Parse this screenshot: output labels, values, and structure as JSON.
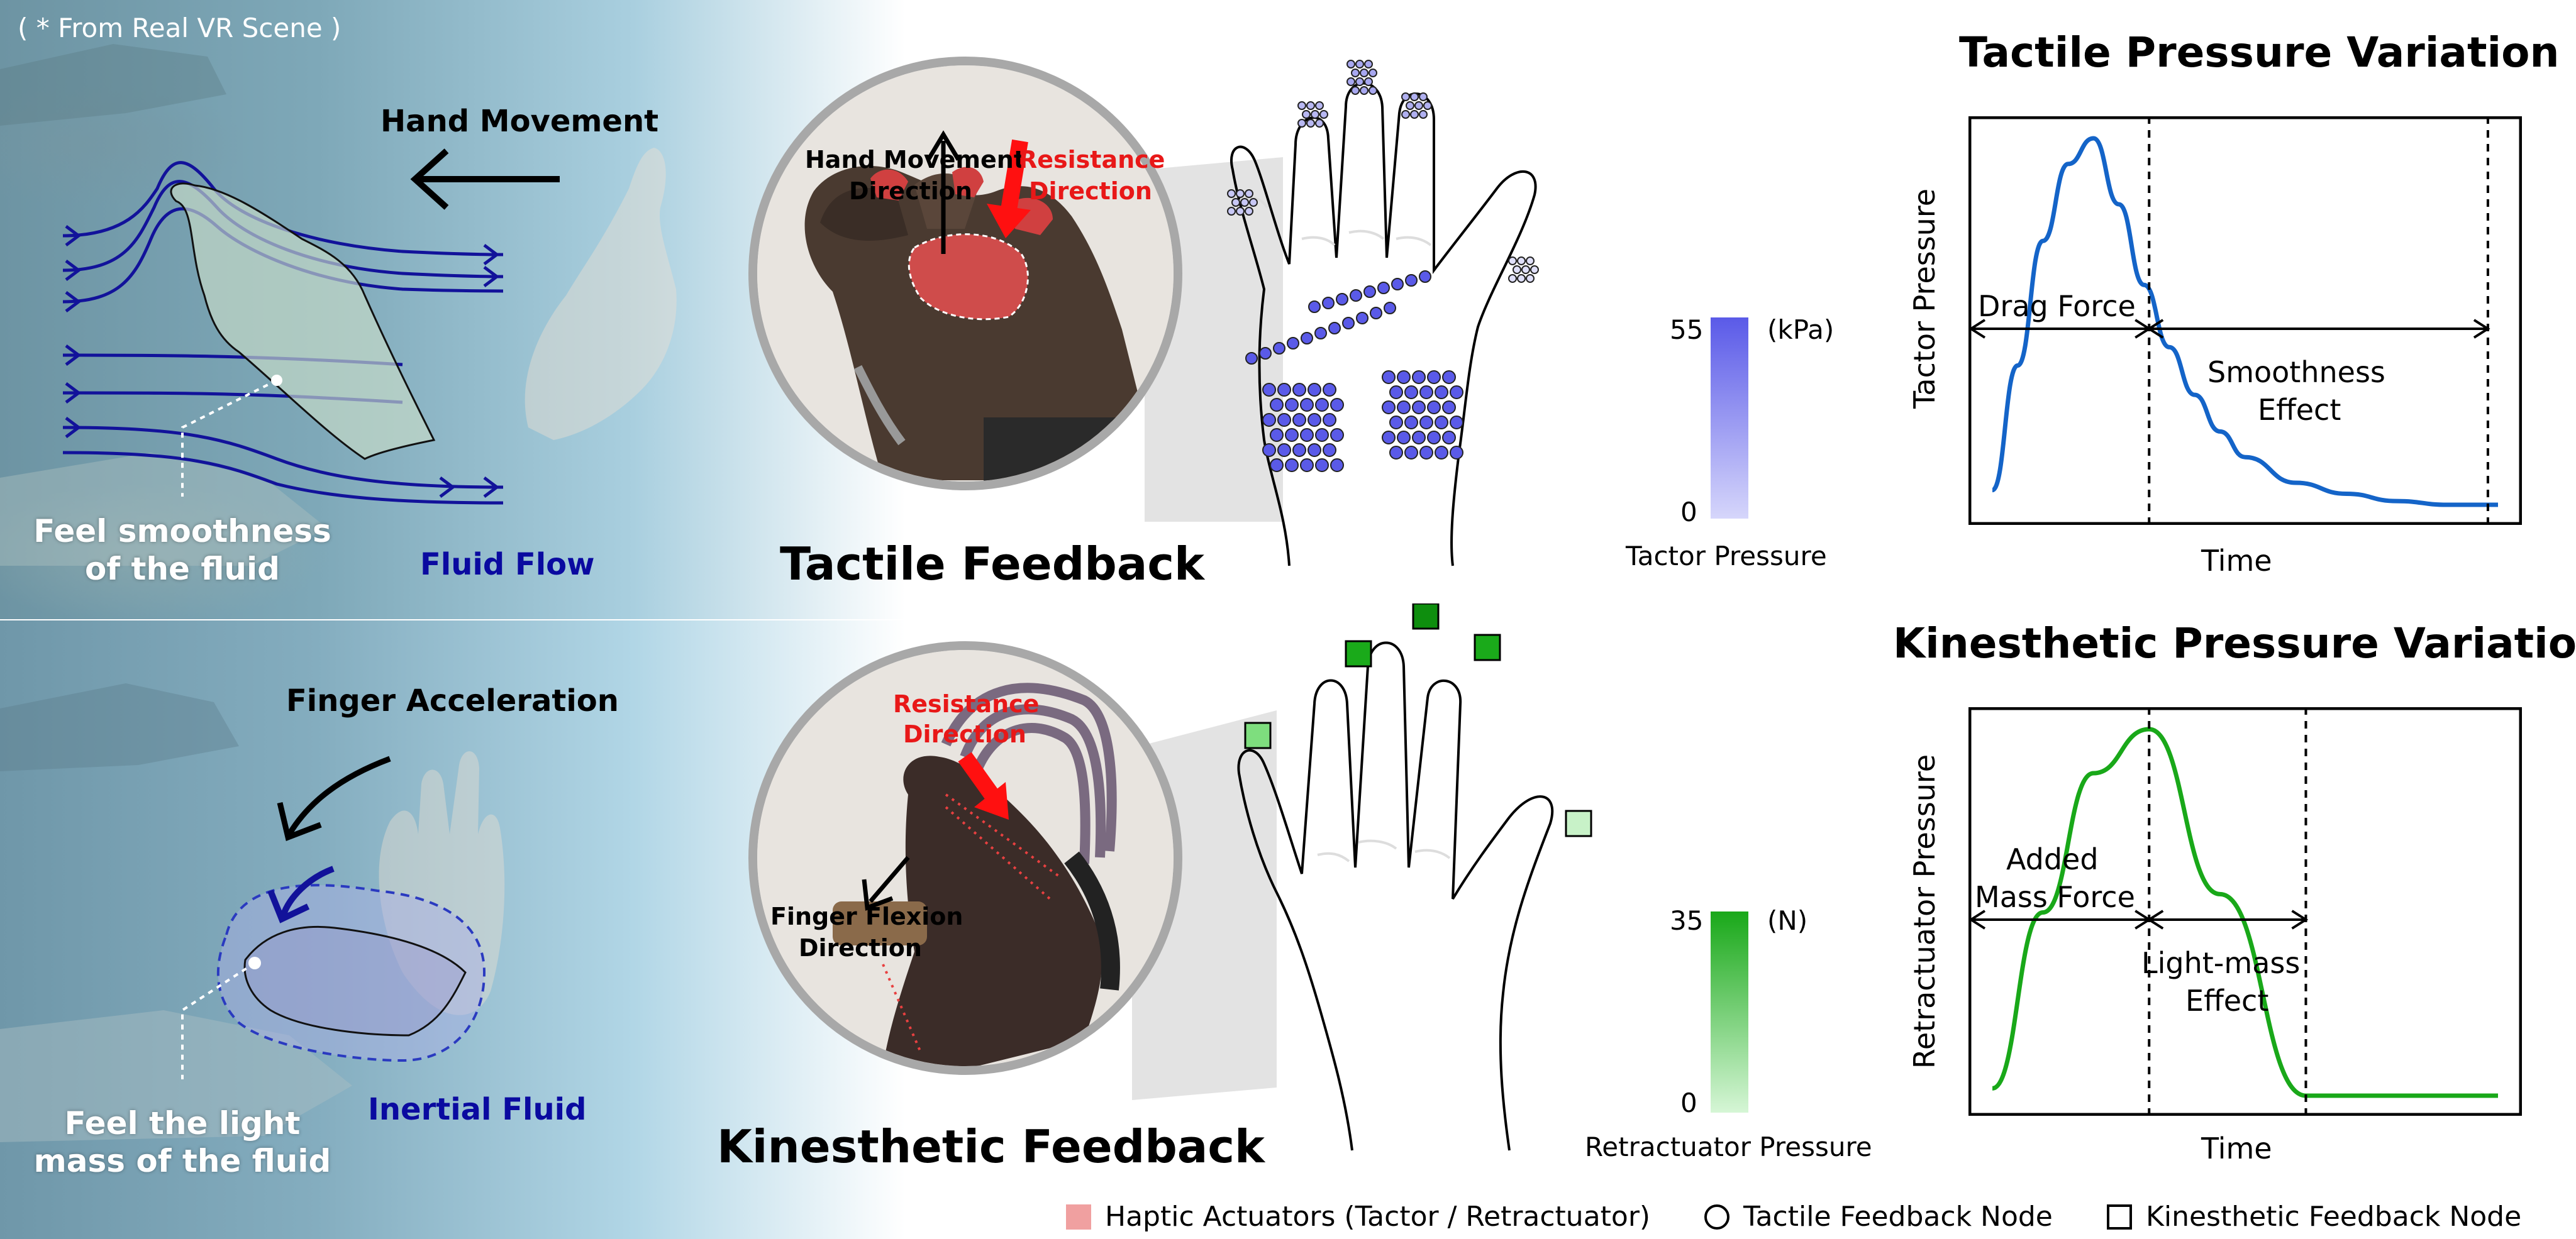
{
  "note": "( * From Real VR Scene )",
  "top": {
    "movement_label": "Hand Movement",
    "feel_label_1": "Feel smoothness",
    "feel_label_2": "of the fluid",
    "flow_label": "Fluid Flow",
    "circle_label_1": "Hand Movement",
    "circle_label_2": "Direction",
    "circle_red_1": "Resistance",
    "circle_red_2": "Direction",
    "feedback_title": "Tactile Feedback",
    "scale_max": "55",
    "scale_min": "0",
    "scale_unit": "(kPa)",
    "scale_label": "Tactor Pressure",
    "scale_color": "#5a5ae8"
  },
  "bottom": {
    "accel_label": "Finger Acceleration",
    "feel_label_1": "Feel the light",
    "feel_label_2": "mass of the fluid",
    "fluid_label": "Inertial Fluid",
    "circle_red_1": "Resistance",
    "circle_red_2": "Direction",
    "circle_label_1": "Finger Flexion",
    "circle_label_2": "Direction",
    "feedback_title": "Kinesthetic Feedback",
    "scale_max": "35",
    "scale_min": "0",
    "scale_unit": "(N)",
    "scale_label": "Retractuator Pressure",
    "scale_color": "#19a819"
  },
  "chart_data": [
    {
      "type": "line",
      "title": "Tactile Pressure Variation",
      "xlabel": "Time",
      "ylabel": "Tactor Pressure",
      "color": "#1464c8",
      "x": [
        0,
        0.05,
        0.1,
        0.15,
        0.2,
        0.25,
        0.3,
        0.35,
        0.4,
        0.45,
        0.5,
        0.6,
        0.7,
        0.8,
        0.9,
        0.98,
        1.0
      ],
      "y": [
        0.04,
        0.38,
        0.72,
        0.93,
        1.0,
        0.82,
        0.6,
        0.43,
        0.3,
        0.2,
        0.13,
        0.06,
        0.03,
        0.01,
        0.0,
        0.0,
        0.0
      ],
      "markers_x": [
        0.31,
        0.98
      ],
      "annotations": [
        "Drag Force",
        "Smoothness",
        "Effect"
      ]
    },
    {
      "type": "line",
      "title": "Kinesthetic Pressure Variation",
      "xlabel": "Time",
      "ylabel": "Retractuator Pressure",
      "color": "#19a819",
      "x": [
        0,
        0.1,
        0.2,
        0.31,
        0.45,
        0.62,
        0.7,
        1.0
      ],
      "y": [
        0.02,
        0.5,
        0.88,
        1.0,
        0.55,
        0.0,
        0.0,
        0.0
      ],
      "markers_x": [
        0.31,
        0.62
      ],
      "annotations": [
        "Added",
        "Mass Force",
        "Light-mass",
        "Effect"
      ]
    }
  ],
  "legend": {
    "actuators": "Haptic Actuators (Tactor / Retractuator)",
    "tactile_node": "Tactile Feedback Node",
    "kinesthetic_node": "Kinesthetic Feedback Node",
    "actuator_color": "#f0a0a0"
  }
}
